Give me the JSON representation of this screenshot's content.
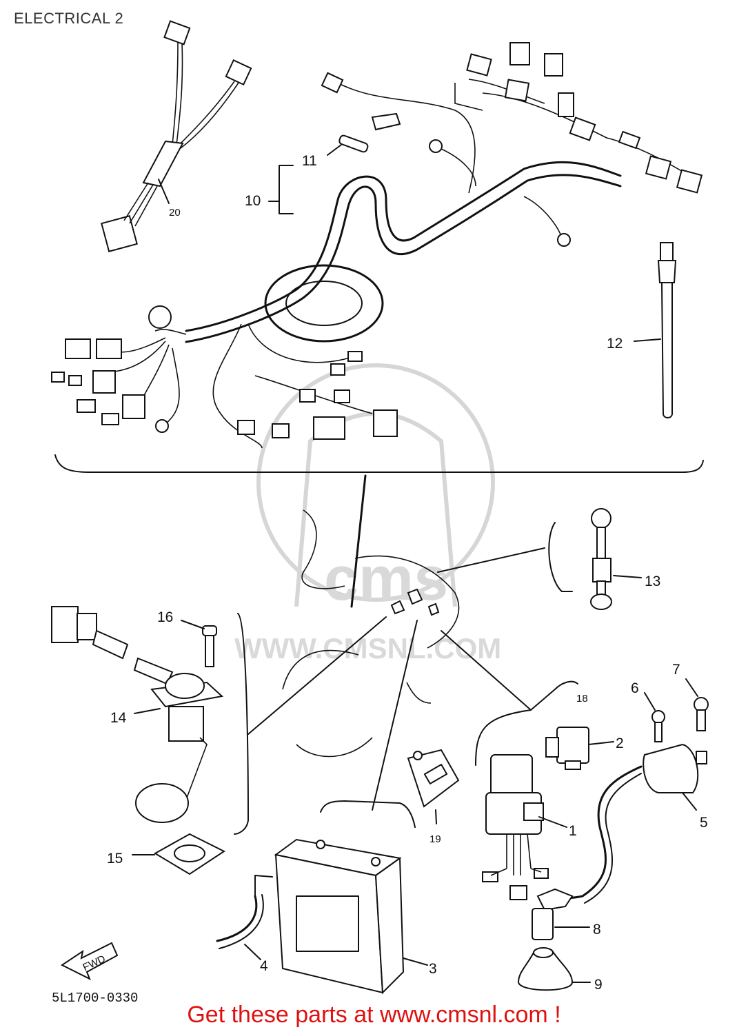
{
  "title": "ELECTRICAL 2",
  "diagram_code": "5L1700-0330",
  "footer_text": "Get these parts at www.cmsnl.com !",
  "watermark": {
    "text": "WWW.CMSNL.COM",
    "logo": "cms"
  },
  "fwd_label": "FWD",
  "callouts": {
    "p1": "1",
    "p2": "2",
    "p3": "3",
    "p4": "4",
    "p5": "5",
    "p6": "6",
    "p7": "7",
    "p8": "8",
    "p9": "9",
    "p10": "10",
    "p11": "11",
    "p12": "12",
    "p13": "13",
    "p14": "14",
    "p15": "15",
    "p16": "16",
    "p18": "18",
    "p19": "19",
    "p20": "20"
  }
}
